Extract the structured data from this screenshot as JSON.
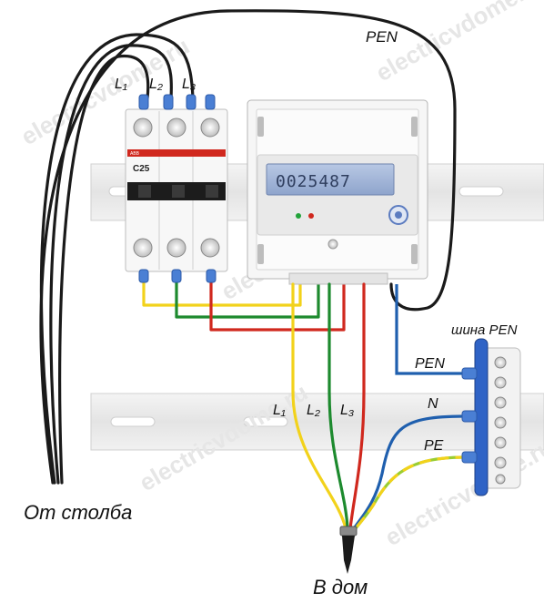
{
  "labels": {
    "pen_top": "PEN",
    "l1_top": "L₁",
    "l2_top": "L₂",
    "l3_top": "L₃",
    "breaker_rating": "C25",
    "breaker_brand": "ABB",
    "meter_reading": "0025487",
    "bus_title": "шина PEN",
    "bus_pen": "PEN",
    "bus_n": "N",
    "bus_pe": "PE",
    "l1_bottom": "L₁",
    "l2_bottom": "L₂",
    "l3_bottom": "L₃",
    "from_pole": "От столба",
    "to_house": "В дом"
  },
  "watermark": "electricvdome.ru",
  "colors": {
    "black_wire": "#1a1a1a",
    "yellow_wire": "#f2d21b",
    "green_wire": "#1d8a2e",
    "red_wire": "#d0281e",
    "blue_wire": "#1f5fae",
    "green_yellow_wire": "#9acd32",
    "terminal_blue": "#4a7fd4",
    "din_rail": "#e8e8e8",
    "meter_lcd": "#9fb4d6"
  }
}
